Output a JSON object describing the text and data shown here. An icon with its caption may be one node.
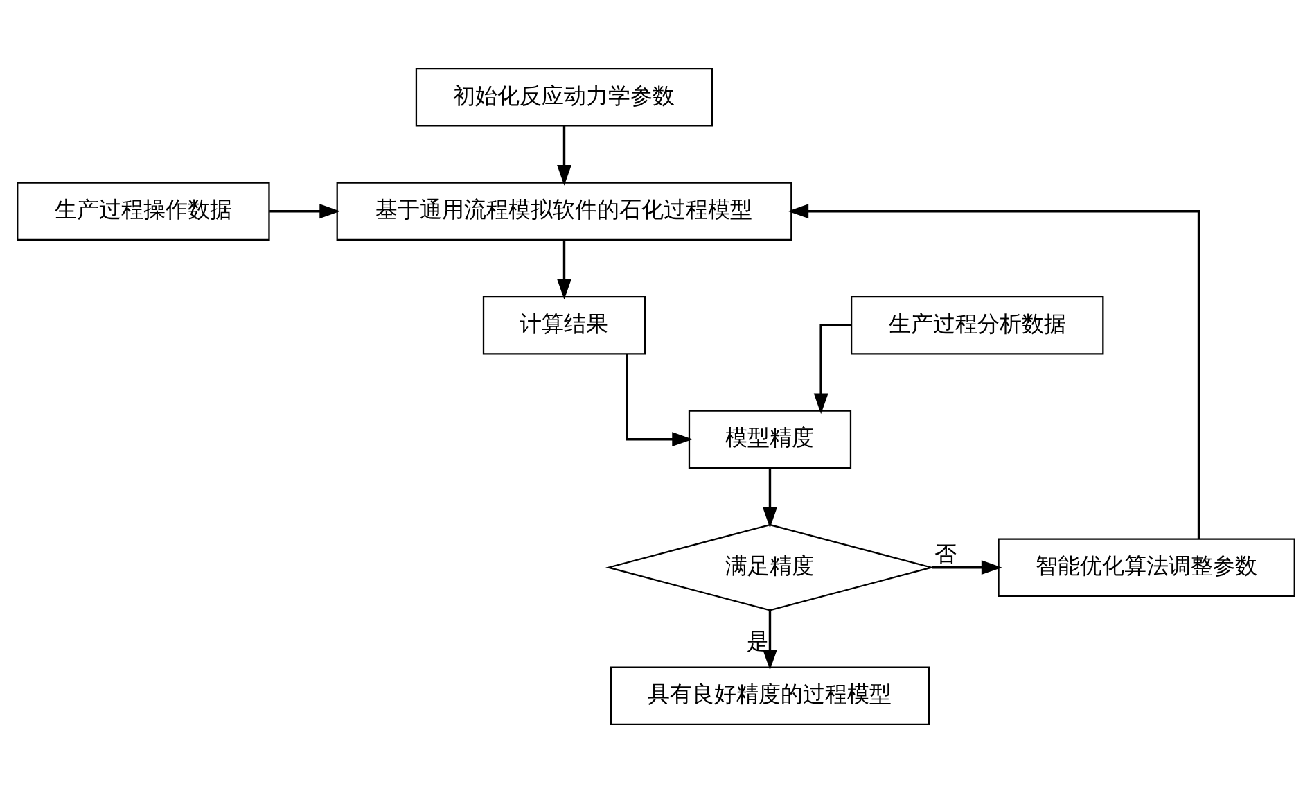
{
  "diagram": {
    "nodes": [
      {
        "text": [
          "初始化反应动力学参数"
        ]
      },
      {
        "text": [
          "生产过程操作数据"
        ]
      },
      {
        "text": [
          "基于通用流程模拟软件的石化过程模型"
        ]
      },
      {
        "text": [
          "生产过程分析数据"
        ]
      },
      {
        "text": [
          "计算结果"
        ]
      },
      {
        "text": [
          "模型精度"
        ]
      },
      {
        "text": [
          "满足精度"
        ]
      },
      {
        "text": [
          "智能优化算法调整参数"
        ]
      },
      {
        "text": [
          "具有良好精度的过程模型"
        ]
      }
    ],
    "edges": [
      {
        "from": 0,
        "to": 2,
        "arrow": "to"
      },
      {
        "from": 1,
        "to": 2,
        "arrow": "to"
      },
      {
        "from": 2,
        "to": 4,
        "arrow": "to"
      },
      {
        "from": 3,
        "to": 5,
        "arrow": "to"
      },
      {
        "from": 4,
        "to": 5,
        "arrow": "to"
      },
      {
        "from": 5,
        "to": 6,
        "arrow": "to"
      },
      {
        "from": 6,
        "to": 7,
        "arrow": "to",
        "label": "否"
      },
      {
        "from": 7,
        "to": 2,
        "arrow": "to"
      },
      {
        "from": 6,
        "to": 8,
        "arrow": "to",
        "label": "是"
      }
    ]
  }
}
